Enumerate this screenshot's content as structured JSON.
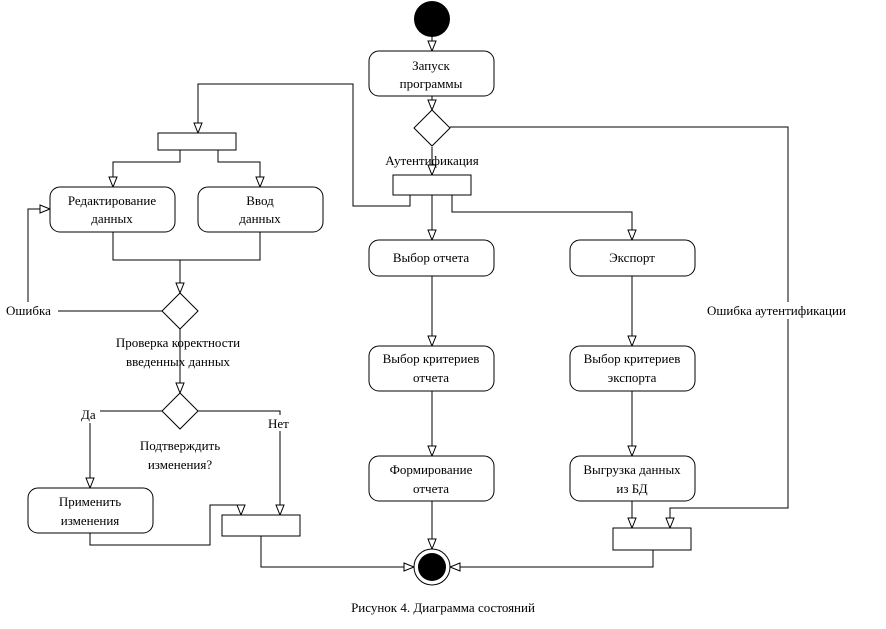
{
  "diagram": {
    "caption": "Рисунок 4. Диаграмма состояний",
    "states": {
      "launch": [
        "Запуск",
        "программы"
      ],
      "edit": [
        "Редактирование",
        "данных"
      ],
      "input": [
        "Ввод",
        "данных"
      ],
      "select_report": [
        "Выбор отчета"
      ],
      "export": [
        "Экспорт"
      ],
      "report_criteria": [
        "Выбор критериев",
        "отчета"
      ],
      "export_criteria": [
        "Выбор критериев",
        "экспорта"
      ],
      "form_report": [
        "Формирование",
        "отчета"
      ],
      "unload": [
        "Выгрузка данных",
        "из БД"
      ],
      "apply": [
        "Применить",
        "изменения"
      ]
    },
    "labels": {
      "auth": "Аутентификация",
      "error": "Ошибка",
      "auth_error": "Ошибка аутентификации",
      "check": [
        "Проверка коректности",
        "введенных данных"
      ],
      "confirm": [
        "Подтверждить",
        "изменения?"
      ],
      "yes": "Да",
      "no": "Нет"
    }
  }
}
